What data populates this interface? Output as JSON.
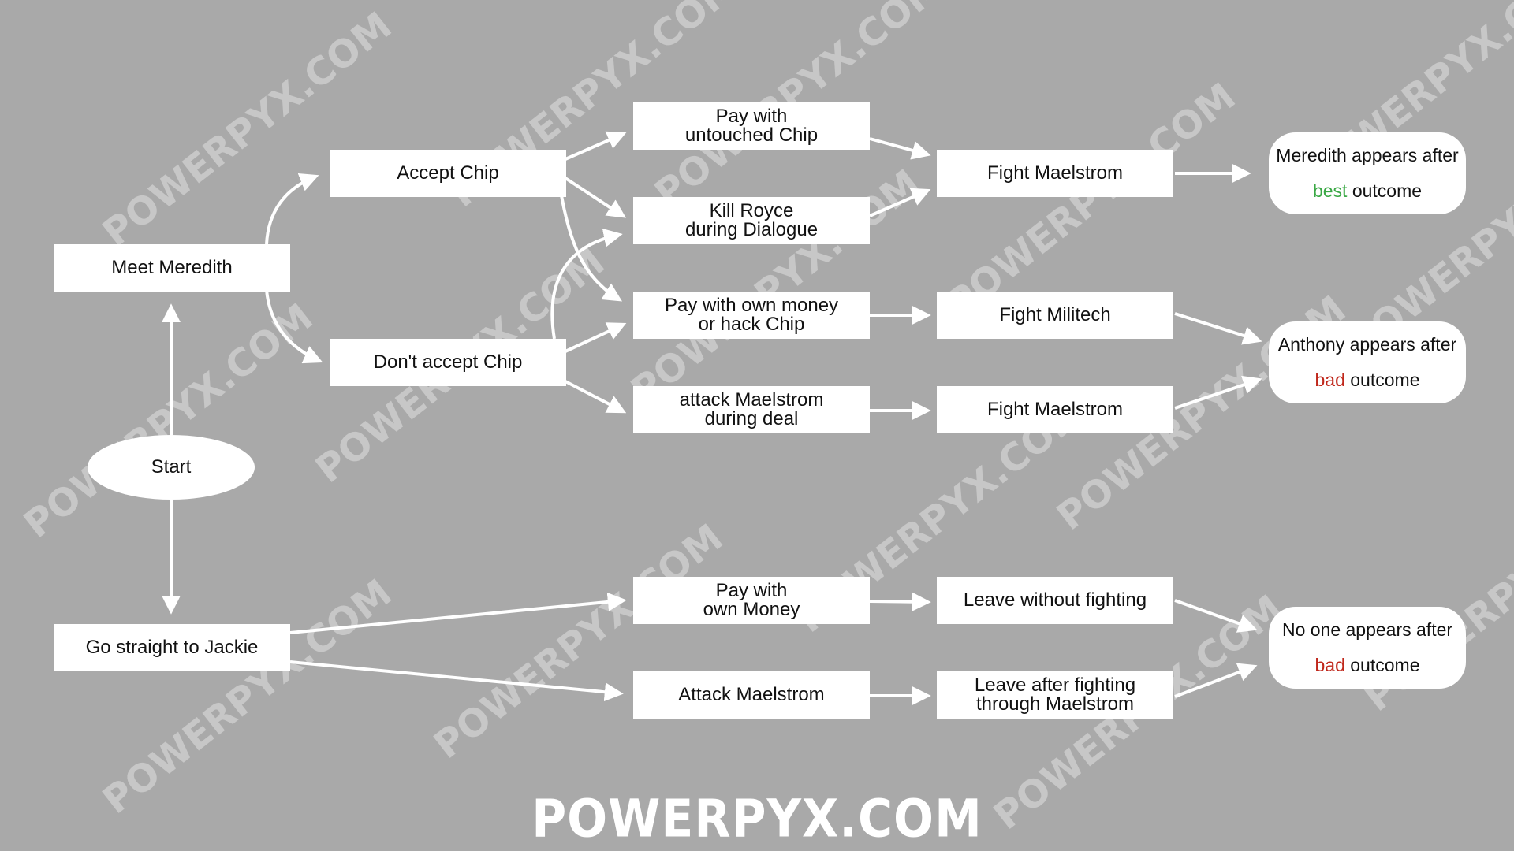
{
  "nodes": {
    "start": "Start",
    "meet_meredith": "Meet Meredith",
    "go_straight": "Go straight to Jackie",
    "accept_chip": "Accept Chip",
    "dont_accept_chip": "Don't accept Chip",
    "pay_untouched": "Pay with\nuntouched Chip",
    "kill_royce": "Kill Royce\nduring Dialogue",
    "pay_own_money_hack": "Pay with own money\nor hack Chip",
    "attack_maelstrom_deal": "attack Maelstrom\nduring deal",
    "pay_own_money": "Pay with\nown Money",
    "attack_maelstrom": "Attack Maelstrom",
    "fight_maelstrom_1": "Fight Maelstrom",
    "fight_militech": "Fight Militech",
    "fight_maelstrom_2": "Fight Maelstrom",
    "leave_without": "Leave without fighting",
    "leave_after": "Leave after fighting\nthrough Maelstrom"
  },
  "outcomes": {
    "meredith": {
      "line1": "Meredith appears after",
      "word": "best",
      "rest": " outcome",
      "color": "#3aa845"
    },
    "anthony": {
      "line1": "Anthony appears after",
      "word": "bad",
      "rest": " outcome",
      "color": "#c0281c"
    },
    "no_one": {
      "line1": "No one appears after",
      "word": "bad",
      "rest": " outcome",
      "color": "#c0281c"
    }
  },
  "watermark": "POWERPYX.COM",
  "colors": {
    "background": "#a9a9a9",
    "node": "#ffffff",
    "arrow": "#ffffff"
  }
}
